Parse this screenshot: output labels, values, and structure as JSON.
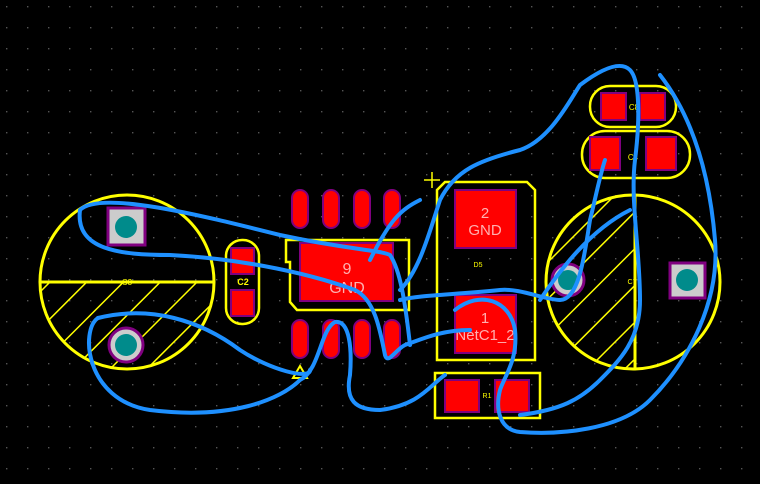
{
  "colors": {
    "background": "#000000",
    "silkscreen": "#ffff00",
    "pad": "#ff0000",
    "pad_border": "#800080",
    "trace": "#1e90ff",
    "via_ring": "#c8c8c8",
    "via_hole": "#008b8b",
    "grid": "#555555"
  },
  "components": {
    "c3": {
      "designator": "C3"
    },
    "c2": {
      "designator": "C2"
    },
    "u1": {
      "pad9_number": "9",
      "pad9_net": "GND"
    },
    "d5": {
      "designator": "D5",
      "pad2_number": "2",
      "pad2_net": "GND",
      "pad1_number": "1",
      "pad1_net": "NetC1_2"
    },
    "r1": {
      "designator": "R1"
    },
    "c7": {
      "designator": "C7"
    },
    "c8": {
      "designator": "C8"
    },
    "c4": {
      "designator": "C4"
    }
  }
}
